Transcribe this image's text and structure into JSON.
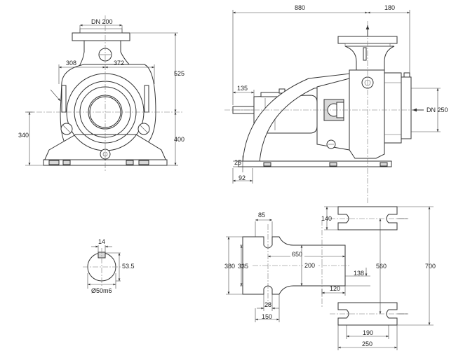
{
  "front_view": {
    "dn_discharge": "DN 200",
    "dim_308": "308",
    "dim_372": "372",
    "dim_525": "525",
    "dim_340": "340",
    "dim_400": "400"
  },
  "side_view": {
    "dim_880": "880",
    "dim_180": "180",
    "dim_135": "135",
    "dn_suction": "DN 250",
    "dim_25": "25",
    "dim_92": "92"
  },
  "shaft_section": {
    "dim_14": "14",
    "dim_53_5": "53.5",
    "dim_diameter": "Ø50m6"
  },
  "foundation_left": {
    "dim_85": "85",
    "dim_650": "650",
    "dim_380": "380",
    "dim_335": "335",
    "dim_200": "200",
    "dim_138": "138",
    "dim_120": "120",
    "dim_28": "28",
    "dim_150": "150"
  },
  "foundation_right": {
    "dim_140": "140",
    "dim_560": "560",
    "dim_700": "700",
    "dim_190": "190",
    "dim_250": "250"
  }
}
